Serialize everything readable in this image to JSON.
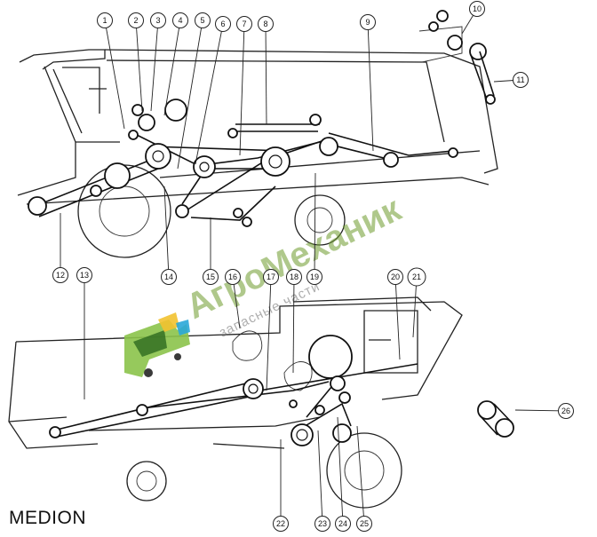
{
  "model_label": "MEDION",
  "watermark": {
    "brand": "АгроМеханик",
    "tagline": "запасные части",
    "color": "#6f9c2d"
  },
  "highlight_color": "#a4c639",
  "callouts": [
    "1",
    "2",
    "3",
    "4",
    "5",
    "6",
    "7",
    "8",
    "9",
    "10",
    "11",
    "12",
    "13",
    "14",
    "15",
    "16",
    "17",
    "18",
    "19",
    "20",
    "21",
    "22",
    "23",
    "24",
    "25",
    "26"
  ],
  "highlighted_callout": "21"
}
